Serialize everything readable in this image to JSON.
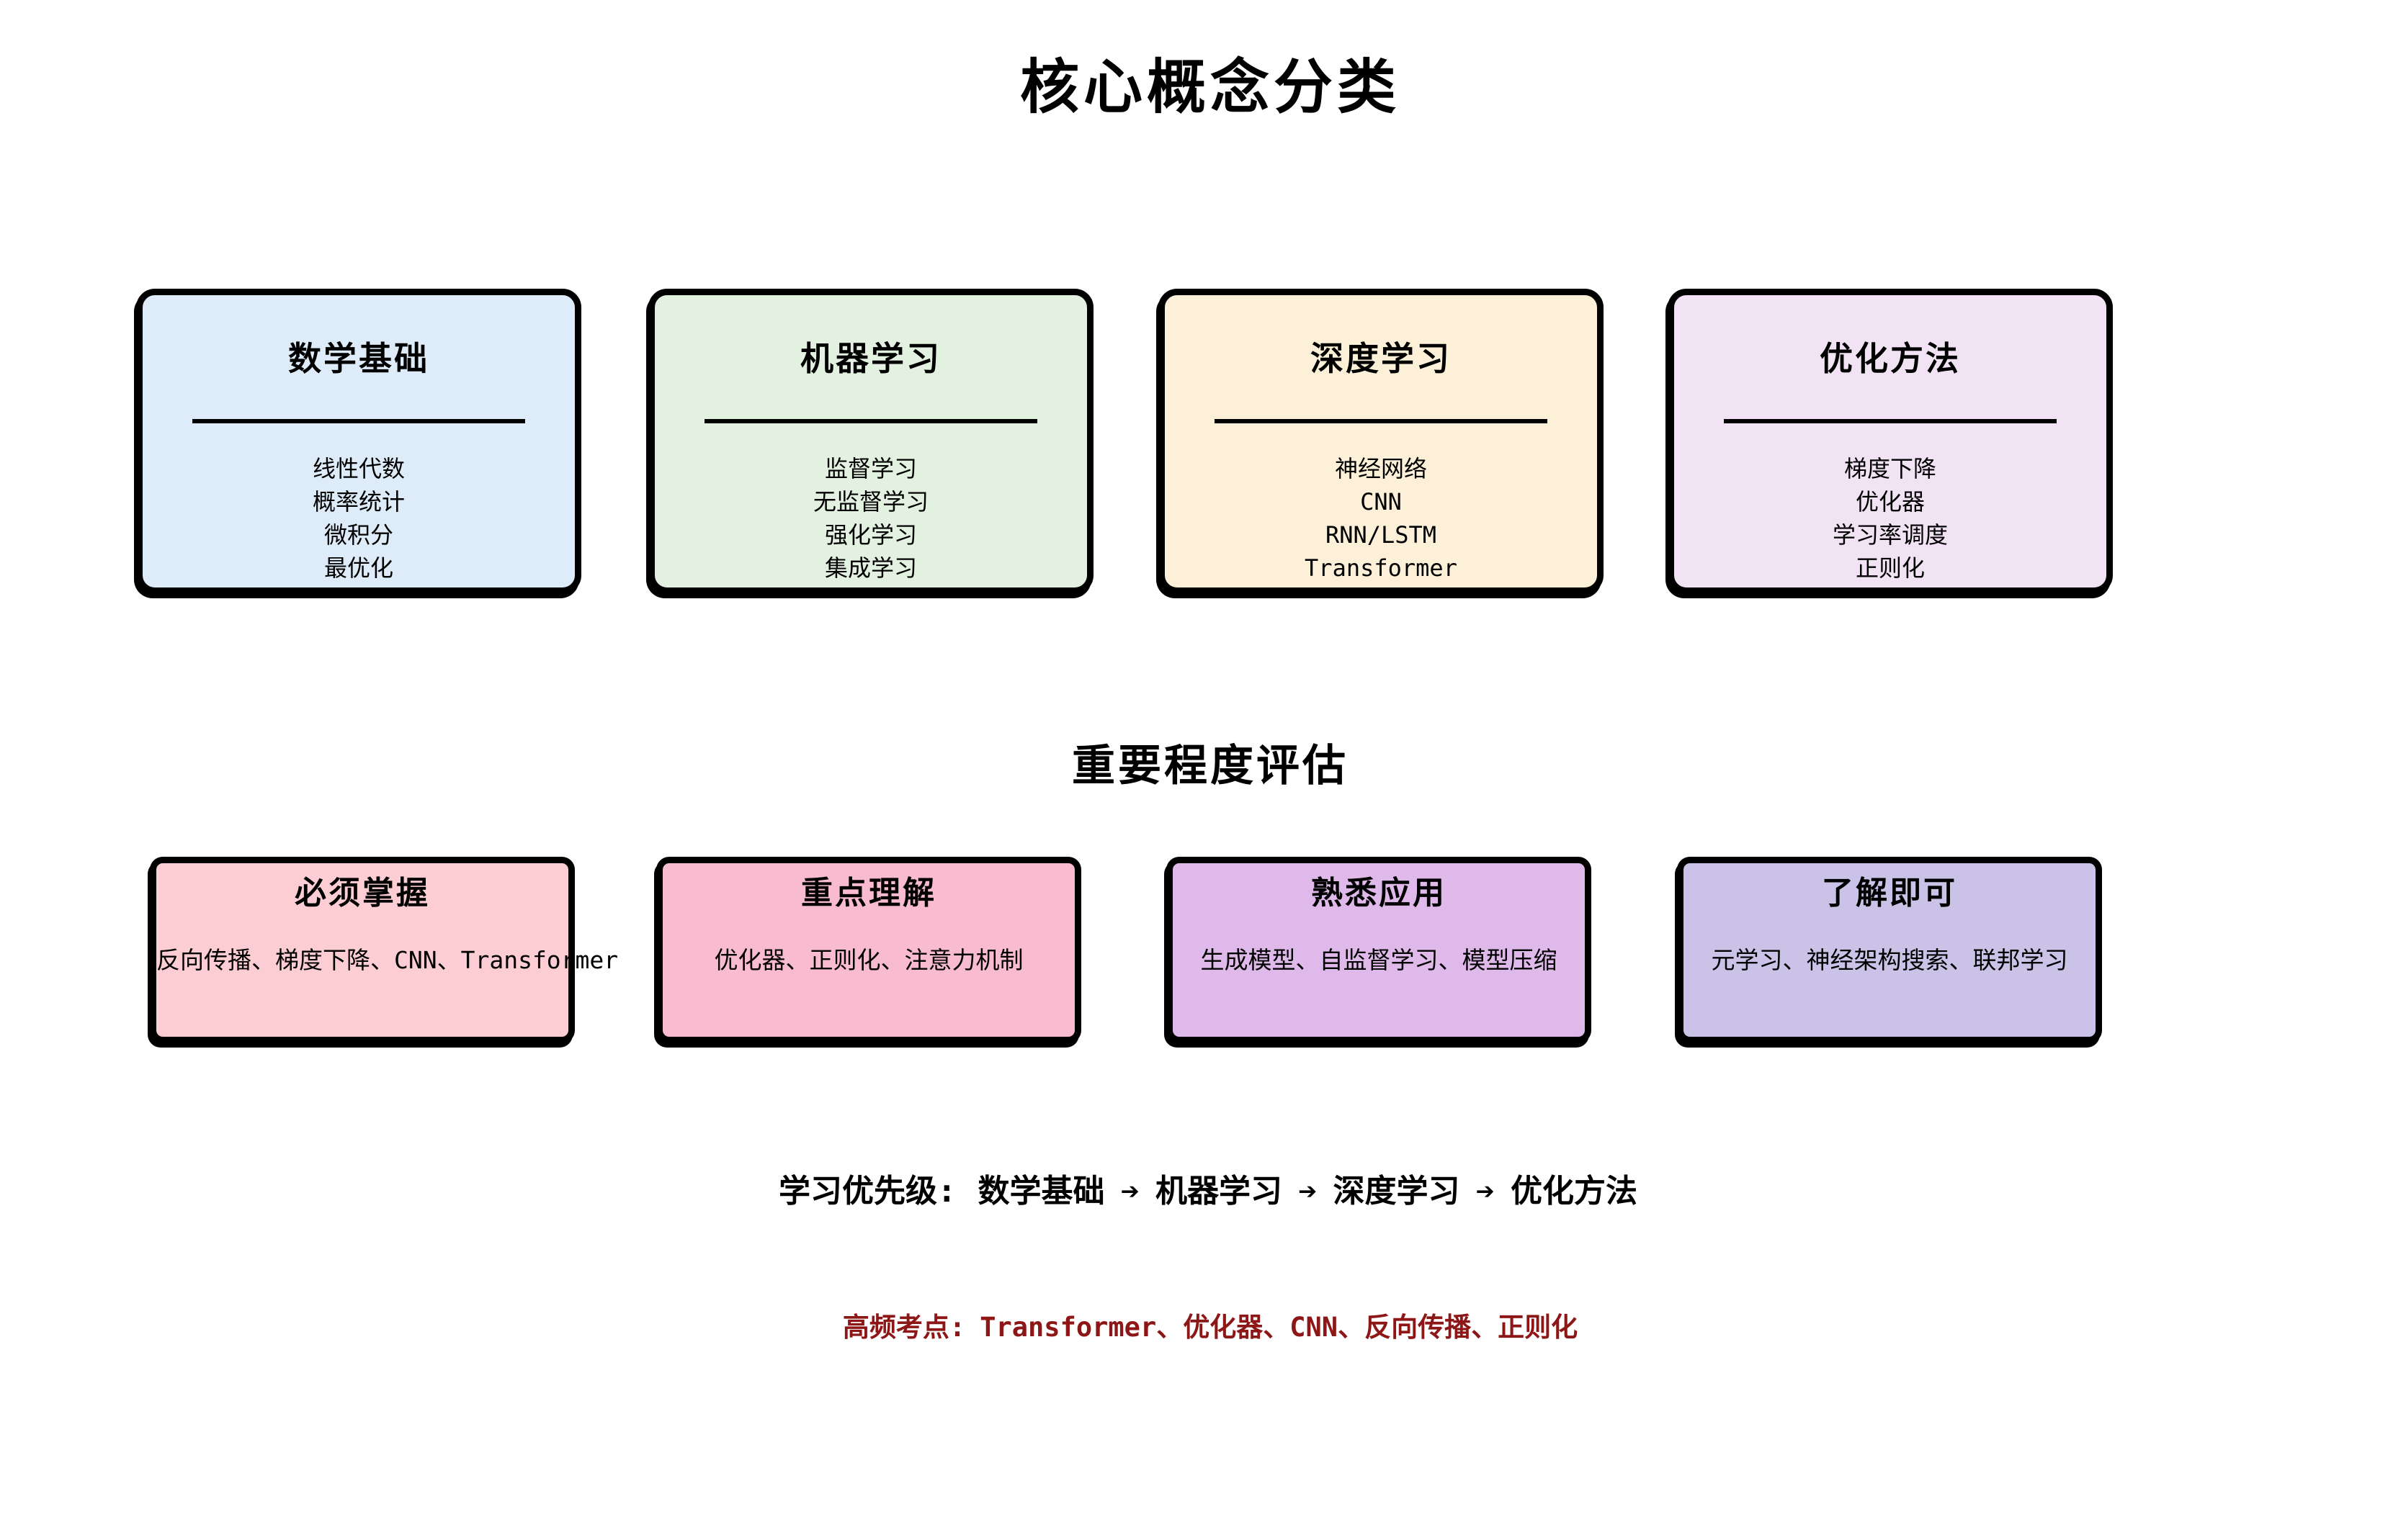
{
  "page": {
    "title": "核心概念分类",
    "background": "#ffffff"
  },
  "categories": {
    "boxes": [
      {
        "title": "数学基础",
        "items": [
          "线性代数",
          "概率统计",
          "微积分",
          "最优化"
        ],
        "fill": "#deecf9"
      },
      {
        "title": "机器学习",
        "items": [
          "监督学习",
          "无监督学习",
          "强化学习",
          "集成学习"
        ],
        "fill": "#e3f1e0"
      },
      {
        "title": "深度学习",
        "items": [
          "神经网络",
          "CNN",
          "RNN/LSTM",
          "Transformer"
        ],
        "fill": "#fdf0d8"
      },
      {
        "title": "优化方法",
        "items": [
          "梯度下降",
          "优化器",
          "学习率调度",
          "正则化"
        ],
        "fill": "#f1e3f4"
      }
    ]
  },
  "importance": {
    "title": "重要程度评估",
    "boxes": [
      {
        "title": "必须掌握",
        "content": "反向传播、梯度下降、CNN、Transformer",
        "fill": "#fccdd2"
      },
      {
        "title": "重点理解",
        "content": "优化器、正则化、注意力机制",
        "fill": "#f8bbd0"
      },
      {
        "title": "熟悉应用",
        "content": "生成模型、自监督学习、模型压缩",
        "fill": "#deb9e9"
      },
      {
        "title": "了解即可",
        "content": "元学习、神经架构搜索、联邦学习",
        "fill": "#cbc3e7"
      }
    ]
  },
  "priority": {
    "label": "学习优先级:",
    "arrow": "➔",
    "steps": [
      "数学基础",
      "机器学习",
      "深度学习",
      "优化方法"
    ]
  },
  "hot_topics": {
    "label": "高频考点:",
    "content": "Transformer、优化器、CNN、反向传播、正则化",
    "color": "#8d1616"
  }
}
